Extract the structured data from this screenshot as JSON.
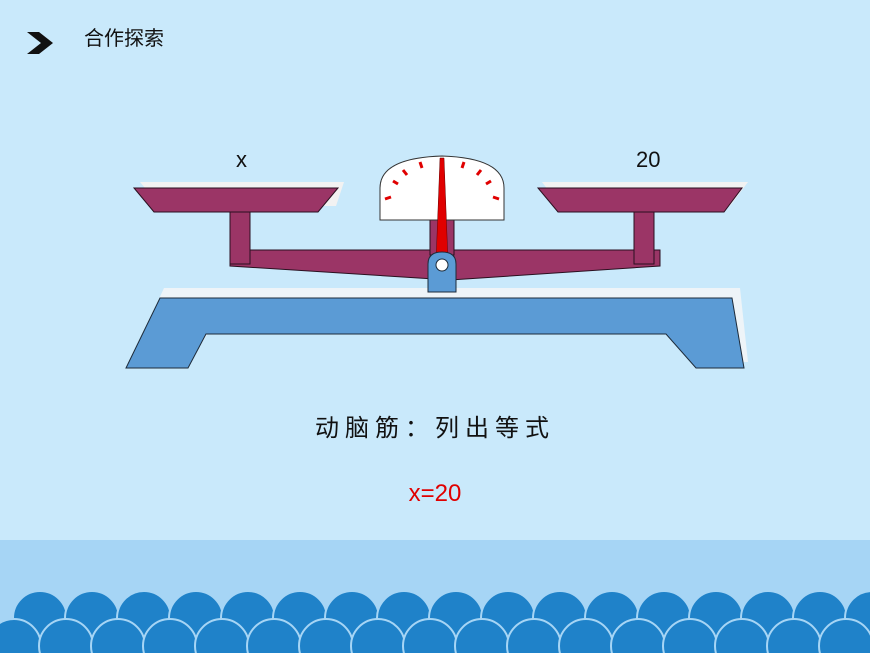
{
  "slide": {
    "section_title": "合作探索",
    "left_pan_label": "x",
    "right_pan_label": "20",
    "hint": "动脑筋：列出等式",
    "answer": "x=20"
  },
  "icons": {
    "bullet": "chevron-right-icon",
    "balance": "balance-scale-icon"
  },
  "colors": {
    "background": "#c9e9fb",
    "beam": "#9b3566",
    "base": "#5b9bd5",
    "needle": "#e00000",
    "water_light": "#a6d5f5",
    "water_wave": "#1f82c9",
    "answer": "#e00000"
  }
}
